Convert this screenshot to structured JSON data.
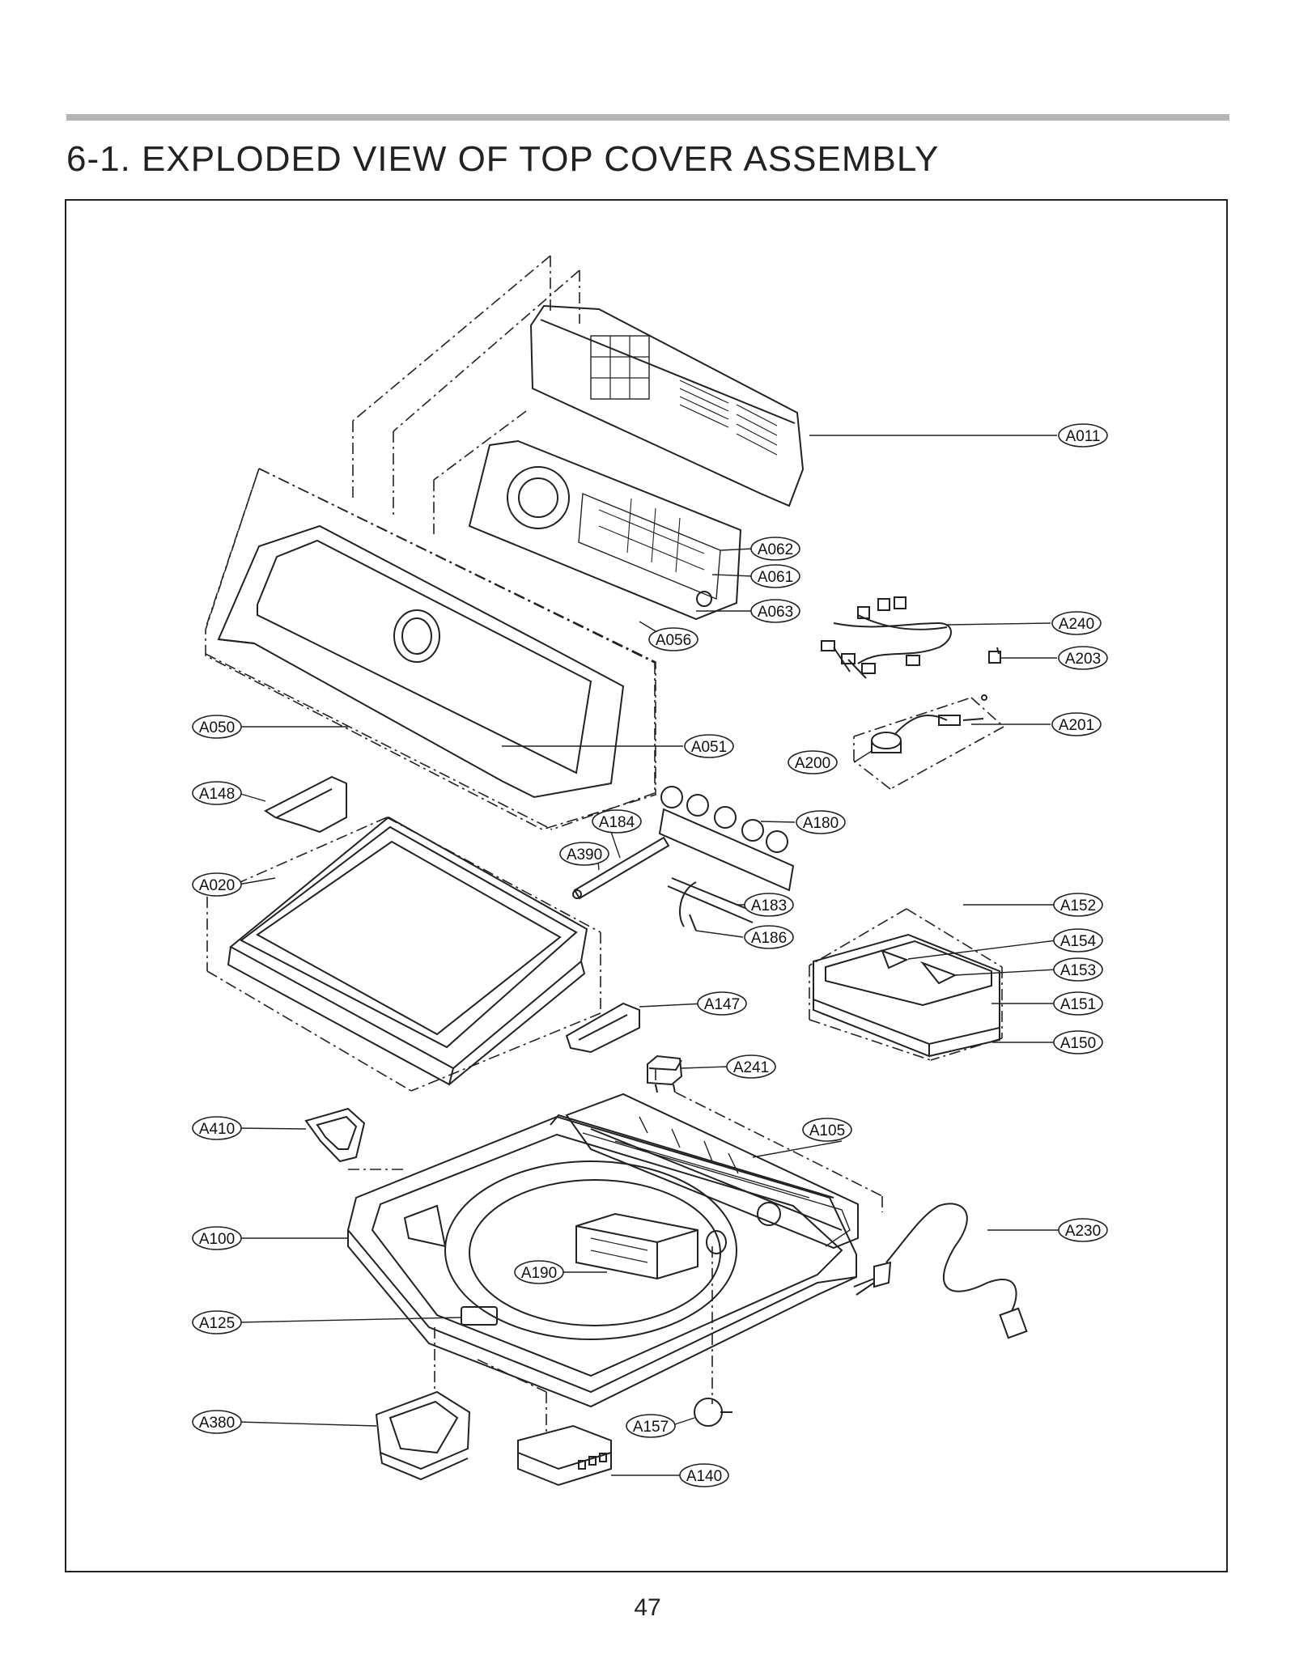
{
  "title": "6-1. EXPLODED VIEW OF TOP COVER ASSEMBLY",
  "page_number": "47",
  "part_labels": {
    "A011": "A011",
    "A062": "A062",
    "A061": "A061",
    "A063": "A063",
    "A056": "A056",
    "A240": "A240",
    "A203": "A203",
    "A201": "A201",
    "A200": "A200",
    "A050": "A050",
    "A051": "A051",
    "A148": "A148",
    "A184": "A184",
    "A180": "A180",
    "A390": "A390",
    "A020": "A020",
    "A183": "A183",
    "A186": "A186",
    "A152": "A152",
    "A154": "A154",
    "A153": "A153",
    "A151": "A151",
    "A150": "A150",
    "A147": "A147",
    "A241": "A241",
    "A410": "A410",
    "A105": "A105",
    "A100": "A100",
    "A230": "A230",
    "A190": "A190",
    "A125": "A125",
    "A380": "A380",
    "A157": "A157",
    "A140": "A140"
  }
}
